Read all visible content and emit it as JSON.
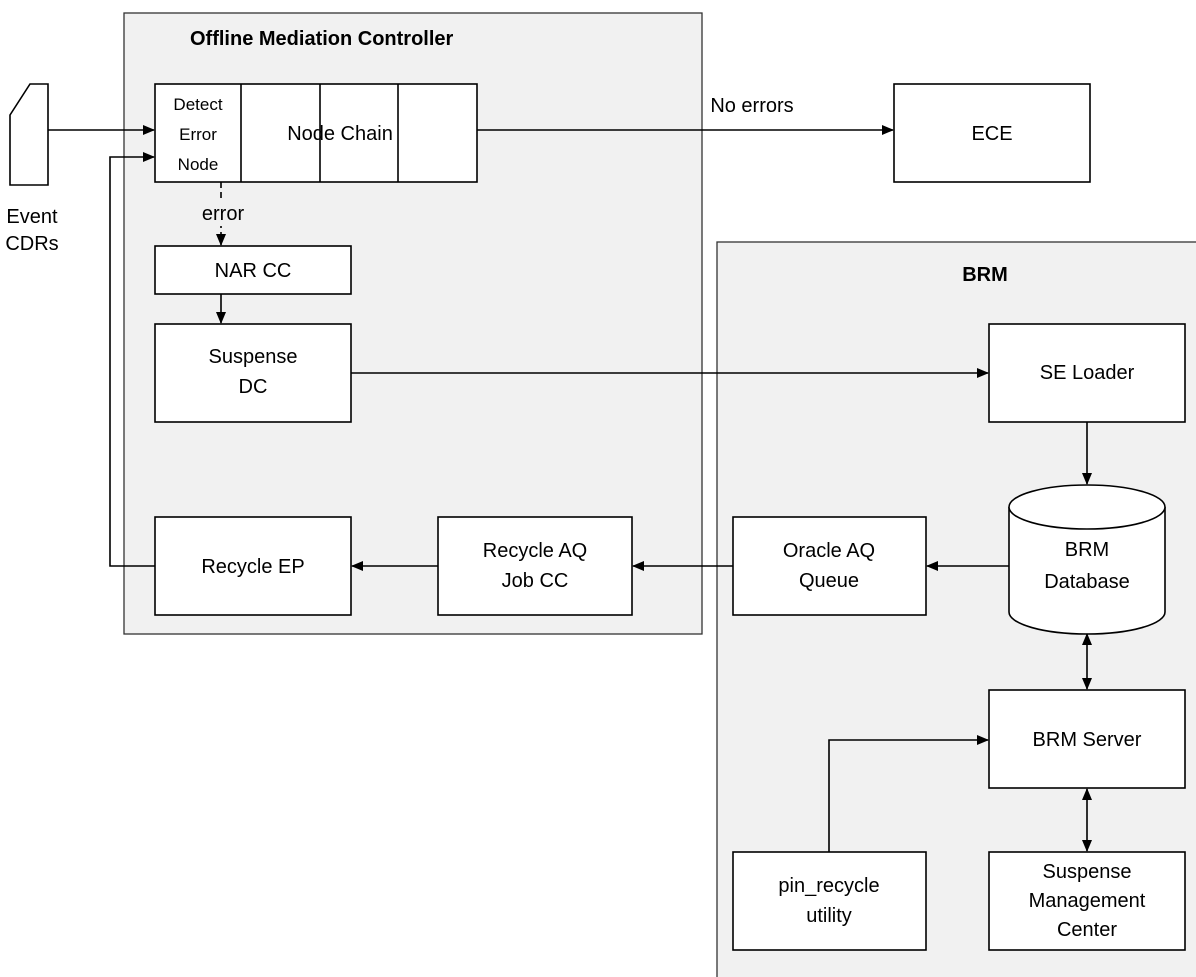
{
  "groups": {
    "omc": {
      "title": "Offline Mediation Controller"
    },
    "brm": {
      "title": "BRM"
    }
  },
  "event_cdrs": {
    "line1": "Event",
    "line2": "CDRs"
  },
  "detect_error_node": {
    "line1": "Detect",
    "line2": "Error",
    "line3": "Node"
  },
  "node_chain": {
    "label": "Node Chain"
  },
  "labels": {
    "no_errors": "No errors",
    "error": "error"
  },
  "ece": {
    "label": "ECE"
  },
  "nar_cc": {
    "label": "NAR CC"
  },
  "suspense_dc": {
    "line1": "Suspense",
    "line2": "DC"
  },
  "recycle_ep": {
    "label": "Recycle EP"
  },
  "recycle_aq_job_cc": {
    "line1": "Recycle AQ",
    "line2": "Job CC"
  },
  "oracle_aq_queue": {
    "line1": "Oracle AQ",
    "line2": "Queue"
  },
  "se_loader": {
    "label": "SE Loader"
  },
  "brm_database": {
    "line1": "BRM",
    "line2": "Database"
  },
  "brm_server": {
    "label": "BRM Server"
  },
  "pin_recycle": {
    "line1": "pin_recycle",
    "line2": "utility"
  },
  "suspense_mgmt": {
    "line1": "Suspense",
    "line2": "Management",
    "line3": "Center"
  }
}
